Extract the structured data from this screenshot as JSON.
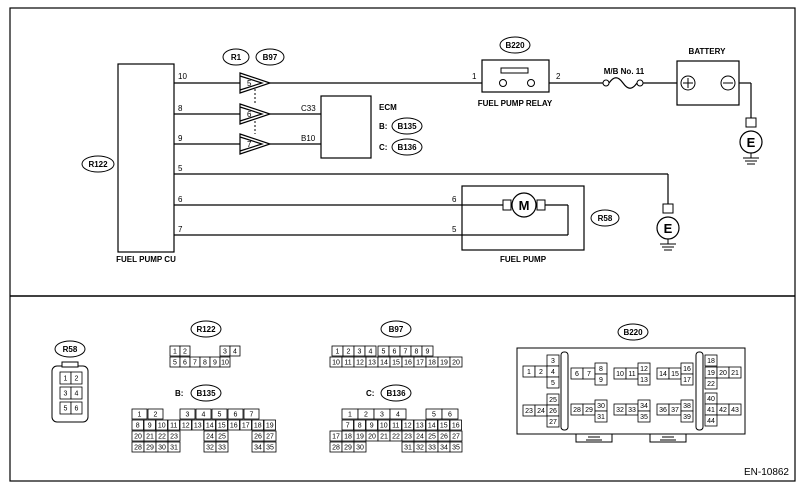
{
  "diagram": {
    "code": "EN-10862",
    "components": {
      "fuel_pump_cu": {
        "label": "FUEL PUMP CU",
        "connector": "R122"
      },
      "ecm": {
        "label": "ECM",
        "connector_b": "B:",
        "connector_b_id": "B135",
        "connector_c": "C:",
        "connector_c_id": "B136"
      },
      "fuel_pump_relay": {
        "label": "FUEL PUMP RELAY",
        "connector": "B220"
      },
      "battery": {
        "label": "BATTERY",
        "fuse": "M/B No. 11"
      },
      "fuel_pump": {
        "label": "FUEL PUMP",
        "connector": "R58",
        "motor": "M"
      },
      "joint_connectors": [
        "R1",
        "B97"
      ],
      "ground": "E"
    },
    "pins": {
      "cu_10": "10",
      "cu_8": "8",
      "cu_9": "9",
      "cu_5": "5",
      "cu_6": "6",
      "cu_7": "7",
      "joint_5": "5",
      "joint_6": "6",
      "joint_7": "7",
      "ecm_c33": "C33",
      "ecm_b10": "B10",
      "relay_1": "1",
      "relay_2": "2",
      "pump_6": "6",
      "pump_5": "5"
    },
    "connectors": {
      "r58": {
        "id": "R58",
        "pins": [
          "1",
          "2",
          "3",
          "4",
          "5",
          "6"
        ]
      },
      "r122": {
        "id": "R122",
        "top": [
          "1",
          "2",
          "3",
          "4"
        ],
        "bottom": [
          "5",
          "6",
          "7",
          "8",
          "9",
          "10"
        ]
      },
      "b97": {
        "id": "B97",
        "top": [
          "1",
          "2",
          "3",
          "4",
          "5",
          "6",
          "7",
          "8",
          "9"
        ],
        "bottom": [
          "10",
          "11",
          "12",
          "13",
          "14",
          "15",
          "16",
          "17",
          "18",
          "19",
          "20"
        ]
      },
      "b135": {
        "prefix": "B:",
        "id": "B135",
        "rows": [
          [
            "1",
            "2",
            "3",
            "4",
            "5",
            "6",
            "7"
          ],
          [
            "8",
            "9",
            "10",
            "11",
            "12",
            "13",
            "14",
            "15",
            "16",
            "17",
            "18",
            "19"
          ],
          [
            "20",
            "21",
            "22",
            "23",
            "24",
            "25",
            "26",
            "27"
          ],
          [
            "28",
            "29",
            "30",
            "31",
            "32",
            "33",
            "34",
            "35"
          ]
        ]
      },
      "b136": {
        "prefix": "C:",
        "id": "B136",
        "rows": [
          [
            "1",
            "2",
            "3",
            "4",
            "5",
            "6"
          ],
          [
            "7",
            "8",
            "9",
            "10",
            "11",
            "12",
            "13",
            "14",
            "15",
            "16"
          ],
          [
            "17",
            "18",
            "19",
            "20",
            "21",
            "22",
            "23",
            "24",
            "25",
            "26",
            "27"
          ],
          [
            "28",
            "29",
            "30",
            "31",
            "32",
            "33",
            "34",
            "35"
          ]
        ]
      },
      "b220": {
        "id": "B220",
        "pins": [
          "1",
          "2",
          "3",
          "4",
          "5",
          "6",
          "7",
          "8",
          "9",
          "10",
          "11",
          "12",
          "13",
          "14",
          "15",
          "16",
          "17",
          "18",
          "19",
          "20",
          "21",
          "22",
          "23",
          "24",
          "25",
          "26",
          "27",
          "28",
          "29",
          "30",
          "31",
          "32",
          "33",
          "34",
          "35",
          "36",
          "37",
          "38",
          "39",
          "40",
          "41",
          "42",
          "43",
          "44"
        ]
      }
    }
  }
}
